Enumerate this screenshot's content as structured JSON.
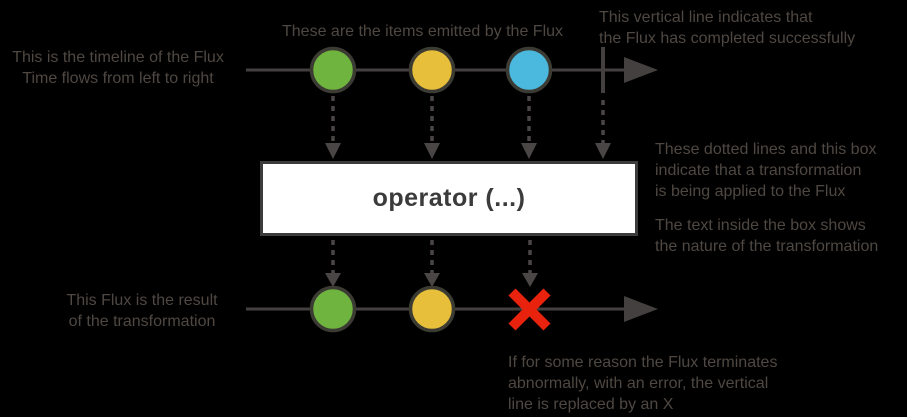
{
  "colors": {
    "background": "#000000",
    "annotation_text": "#4f4842",
    "timeline": "#44403f",
    "dotted_line": "#4a4645",
    "marble_outline": "#3b3a33",
    "marble_green": "#6eb43f",
    "marble_yellow": "#e7bf3a",
    "marble_blue": "#4bb8de",
    "error_red": "#e8220c",
    "operator_box_bg": "#ffffff",
    "operator_box_border": "#3c3c3c",
    "operator_text": "#3b3b3b"
  },
  "annotations": {
    "timeline": "This is the timeline of the Flux\nTime flows from left to right",
    "items": "These are the items emitted by the Flux",
    "complete": "This vertical line indicates that\nthe Flux has completed successfully",
    "transformation": "These dotted lines and this box\nindicate that a transformation\nis being applied to the Flux",
    "operator_text": "The text inside the box shows\nthe nature of the transformation",
    "result": "This Flux is the result\nof the transformation",
    "error": "If for some reason the Flux terminates\nabnormally, with an error, the vertical\nline is replaced by an X"
  },
  "operator": {
    "label": "operator (...)"
  },
  "source_flux": {
    "marbles": [
      "green",
      "yellow",
      "blue"
    ],
    "terminal": "complete"
  },
  "result_flux": {
    "marbles": [
      "green",
      "yellow"
    ],
    "terminal": "error"
  }
}
